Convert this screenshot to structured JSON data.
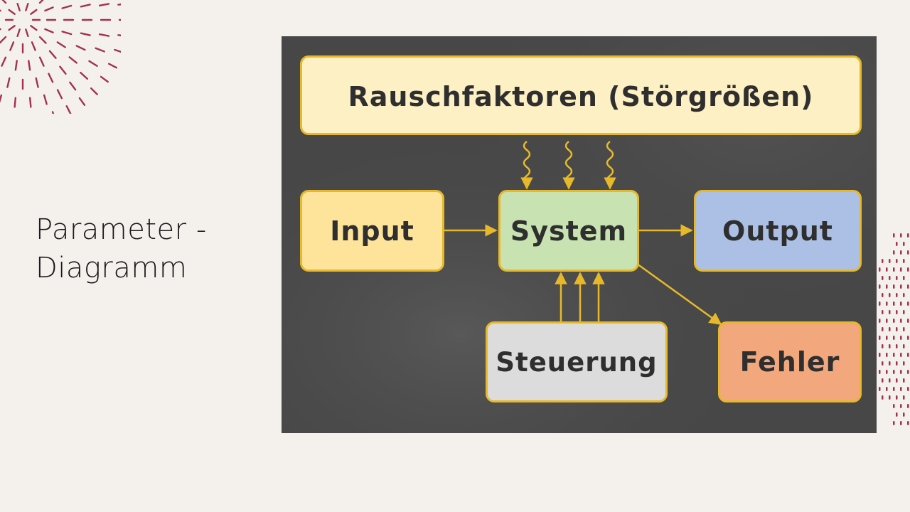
{
  "slide": {
    "title_line1": "Parameter -",
    "title_line2": "Diagramm"
  },
  "diagram": {
    "nodes": {
      "noise": "Rauschfaktoren (Störgrößen)",
      "input": "Input",
      "system": "System",
      "output": "Output",
      "control": "Steuerung",
      "error": "Fehler"
    },
    "edges": [
      {
        "from": "input",
        "to": "system"
      },
      {
        "from": "system",
        "to": "output"
      },
      {
        "from": "system",
        "to": "error"
      },
      {
        "from": "control",
        "to": "system"
      },
      {
        "from": "noise",
        "to": "system"
      }
    ]
  },
  "colors": {
    "slide_background": "#f4f1ed",
    "board": "#4a4a4a",
    "box_border": "#e7b92a",
    "arrow": "#e7b92a",
    "decoration": "#a3314f",
    "noise_fill": "#fdf0c4",
    "input_fill": "#fde49a",
    "system_fill": "#c8e3b1",
    "output_fill": "#abc0e4",
    "control_fill": "#dcdcdc",
    "error_fill": "#f2a77c"
  }
}
